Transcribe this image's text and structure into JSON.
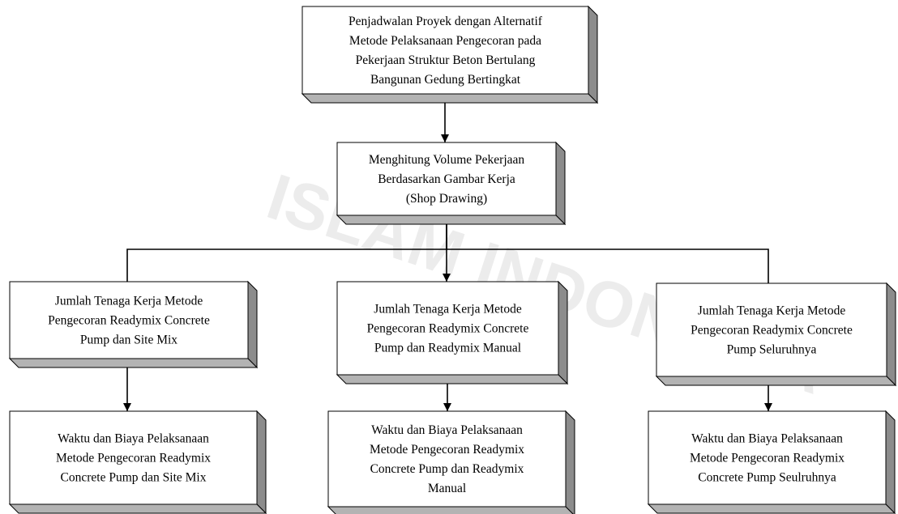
{
  "watermark": {
    "text": "ISLAM INDONESIA",
    "color": "#ececec"
  },
  "diagram": {
    "nodes": [
      {
        "id": "title",
        "lines": [
          "Penjadwalan Proyek dengan Alternatif",
          "Metode Pelaksanaan Pengecoran pada",
          "Pekerjaan Struktur Beton Bertulang",
          "Bangunan Gedung Bertingkat"
        ]
      },
      {
        "id": "volume",
        "lines": [
          "Menghitung Volume Pekerjaan",
          "Berdasarkan Gambar Kerja",
          "(Shop Drawing)"
        ]
      },
      {
        "id": "labor-1",
        "lines": [
          "Jumlah Tenaga Kerja Metode",
          "Pengecoran Readymix Concrete",
          "Pump dan Site Mix"
        ]
      },
      {
        "id": "labor-2",
        "lines": [
          "Jumlah Tenaga Kerja Metode",
          "Pengecoran Readymix Concrete",
          "Pump dan Readymix Manual"
        ]
      },
      {
        "id": "labor-3",
        "lines": [
          "Jumlah Tenaga Kerja Metode",
          "Pengecoran Readymix Concrete",
          "Pump Seluruhnya"
        ]
      },
      {
        "id": "cost-1",
        "lines": [
          "Waktu dan Biaya Pelaksanaan",
          "Metode Pengecoran Readymix",
          "Concrete Pump dan Site Mix"
        ]
      },
      {
        "id": "cost-2",
        "lines": [
          "Waktu dan Biaya Pelaksanaan",
          "Metode Pengecoran Readymix",
          "Concrete Pump dan Readymix",
          "Manual"
        ]
      },
      {
        "id": "cost-3",
        "lines": [
          "Waktu dan Biaya Pelaksanaan",
          "Metode Pengecoran Readymix",
          "Concrete Pump Seulruhnya"
        ]
      }
    ],
    "edges": [
      {
        "from": "title",
        "to": "volume"
      },
      {
        "from": "volume",
        "to": "labor-1"
      },
      {
        "from": "volume",
        "to": "labor-2"
      },
      {
        "from": "volume",
        "to": "labor-3"
      },
      {
        "from": "labor-1",
        "to": "cost-1"
      },
      {
        "from": "labor-2",
        "to": "cost-2"
      },
      {
        "from": "labor-3",
        "to": "cost-3"
      }
    ]
  }
}
